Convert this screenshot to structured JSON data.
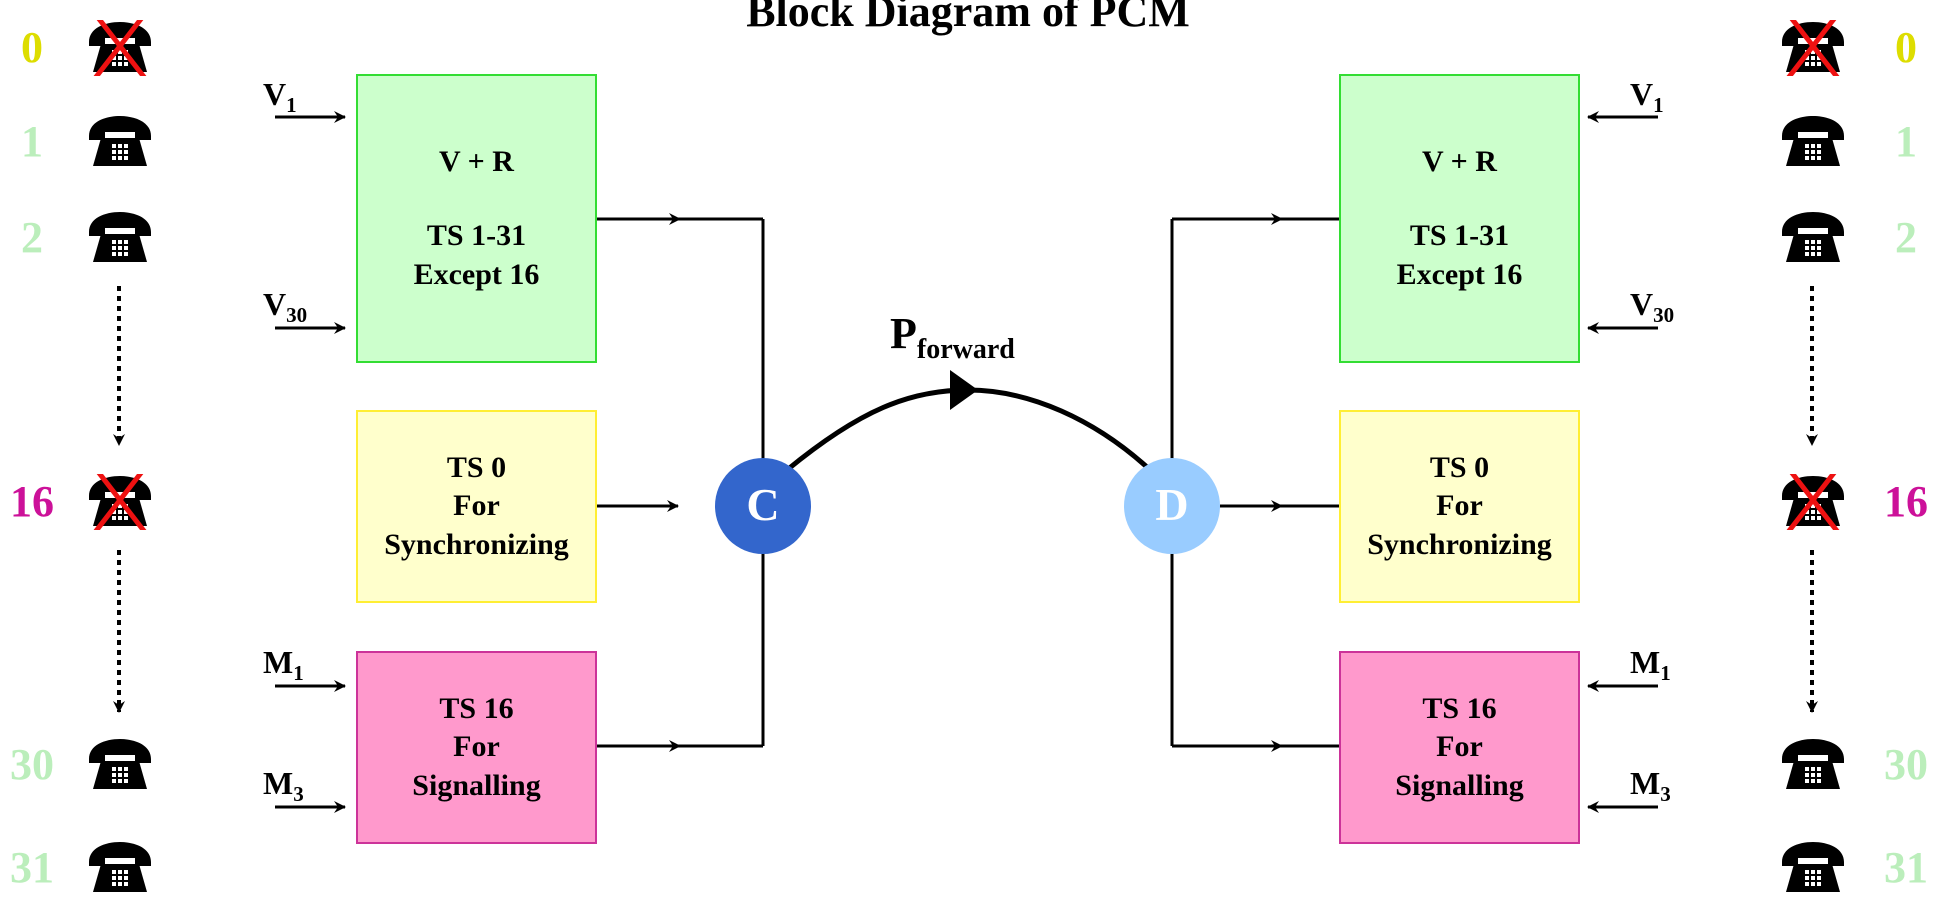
{
  "title": "Block Diagram of PCM",
  "colors": {
    "green_fill": "#ccffcc",
    "green_border": "#33dd33",
    "yellow_fill": "#ffffcc",
    "yellow_border": "#ffee33",
    "pink_fill": "#ff99cc",
    "pink_border": "#cc3399",
    "node_c": "#3366cc",
    "node_d": "#99ccff",
    "cross": "#ee1111",
    "num_yellow": "#dddd00",
    "num_green": "#bbeebb",
    "num_magenta": "#cc1199"
  },
  "left_block": {
    "vr": {
      "line1": "V + R",
      "line2": "TS 1-31",
      "line3": "Except 16"
    },
    "sync": {
      "line1": "TS 0",
      "line2": "For",
      "line3": "Synchronizing"
    },
    "sig": {
      "line1": "TS 16",
      "line2": "For",
      "line3": "Signalling"
    }
  },
  "right_block": {
    "vr": {
      "line1": "V + R",
      "line2": "TS 1-31",
      "line3": "Except 16"
    },
    "sync": {
      "line1": "TS 0",
      "line2": "For",
      "line3": "Synchronizing"
    },
    "sig": {
      "line1": "TS 16",
      "line2": "For",
      "line3": "Signalling"
    }
  },
  "inputs": {
    "v1": {
      "main": "V",
      "sub": "1"
    },
    "v30": {
      "main": "V",
      "sub": "30"
    },
    "m1": {
      "main": "M",
      "sub": "1"
    },
    "m3": {
      "main": "M",
      "sub": "3"
    }
  },
  "nodes": {
    "c": "C",
    "d": "D"
  },
  "path_label": {
    "main": "P",
    "sub": "forward"
  },
  "channels": [
    {
      "number": "0",
      "color": "#dddd00",
      "crossed": true,
      "icon": "telephone-icon"
    },
    {
      "number": "1",
      "color": "#bbeebb",
      "crossed": false,
      "icon": "telephone-icon"
    },
    {
      "number": "2",
      "color": "#bbeebb",
      "crossed": false,
      "icon": "telephone-icon"
    },
    {
      "number": "16",
      "color": "#cc1199",
      "crossed": true,
      "icon": "telephone-icon"
    },
    {
      "number": "30",
      "color": "#bbeebb",
      "crossed": false,
      "icon": "telephone-icon"
    },
    {
      "number": "31",
      "color": "#bbeebb",
      "crossed": false,
      "icon": "telephone-icon"
    }
  ]
}
